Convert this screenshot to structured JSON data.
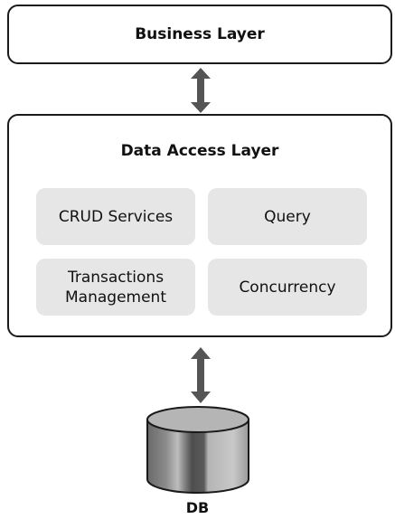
{
  "business_layer": {
    "title": "Business Layer"
  },
  "data_access_layer": {
    "title": "Data Access Layer",
    "services": [
      {
        "label": "CRUD Services"
      },
      {
        "label": "Query"
      },
      {
        "label": "Transactions Management"
      },
      {
        "label": "Concurrency"
      }
    ]
  },
  "database": {
    "label": "DB"
  },
  "colors": {
    "border": "#1a1a1a",
    "service_fill": "#e6e6e6",
    "arrow": "#555555",
    "db_light": "#c0c0c0",
    "db_dark": "#5a5a5a"
  }
}
